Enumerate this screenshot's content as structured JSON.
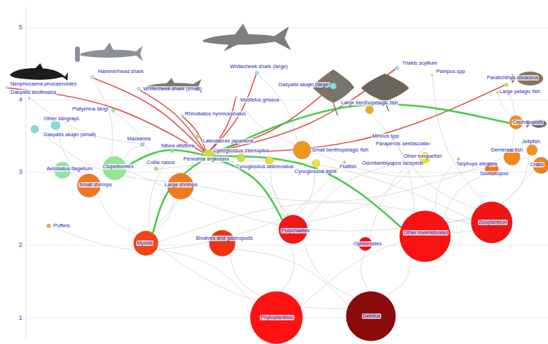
{
  "diagram": {
    "nodes": [
      {
        "text": [
          "Whitecheek shark (large)"
        ]
      },
      {
        "text": [
          "Triakis scyllium"
        ]
      },
      {
        "text": [
          "Hammerhead shark"
        ]
      },
      {
        "text": [
          "Pampus spp"
        ]
      },
      {
        "text": [
          "Paralichthys olivaceus"
        ]
      },
      {
        "text": [
          "Neophocaena phocaenoides"
        ]
      },
      {
        "text": [
          "Dasyatis akajei (large)"
        ]
      },
      {
        "text": [
          "Whitecheek shark (small)"
        ]
      },
      {
        "text": [
          "Large pelagic fish"
        ]
      },
      {
        "text": [
          "Mustelus griseus"
        ]
      },
      {
        "text": [
          "Dasyatis acutirostra"
        ]
      },
      {
        "text": [
          "Large benthopelagic fish"
        ]
      },
      {
        "text": [
          "Platyrhina tangi"
        ]
      },
      {
        "text": [
          "Rhinobatos hynnicephalus"
        ]
      },
      {
        "text": [
          "Other stingrays"
        ]
      },
      {
        "text": [
          "Cephalopods"
        ]
      },
      {
        "text": [
          "Dasyatis akajei (small)"
        ]
      },
      {
        "text": [
          "Minous spp"
        ]
      },
      {
        "text": [
          "Mackerels"
        ]
      },
      {
        "text": [
          "Lateolabrax japonicus"
        ]
      },
      {
        "text": [
          "Nibea albiflora"
        ]
      },
      {
        "text": [
          "Jellyfish"
        ]
      },
      {
        "text": [
          "Small benthopelagic fish"
        ]
      },
      {
        "text": [
          "Parapercis sexfasciata"
        ]
      },
      {
        "text": [
          "Demersal fish"
        ]
      },
      {
        "text": [
          "Pennahia argentata"
        ]
      },
      {
        "text": [
          "Cynoglossus interruptus"
        ]
      },
      {
        "text": [
          "Other tonguefish"
        ]
      },
      {
        "text": [
          "Cynoglossus abbreviatus"
        ]
      },
      {
        "text": [
          "Odontamblyopus lacepedii"
        ]
      },
      {
        "text": [
          "Tarphops elegans"
        ]
      },
      {
        "text": [
          "Cynoglossus lighti"
        ]
      },
      {
        "text": [
          "Flatfish"
        ]
      },
      {
        "text": [
          "Coilia nasus"
        ]
      },
      {
        "text": [
          "Clupeiformes"
        ]
      },
      {
        "text": [
          "Aetobatus flagellum"
        ]
      },
      {
        "text": [
          "Crabs"
        ]
      },
      {
        "text": [
          "Stomatopod"
        ]
      },
      {
        "text": [
          "Small shrimps"
        ]
      },
      {
        "text": [
          "Large shrimps"
        ]
      },
      {
        "text": [
          "Zooplankton"
        ]
      },
      {
        "text": [
          "Puffers"
        ]
      },
      {
        "text": [
          "Polychaetes"
        ]
      },
      {
        "text": [
          "Other invertebrates"
        ]
      },
      {
        "text": [
          "Bivalves and gastropods"
        ]
      },
      {
        "text": [
          "Ophiuroides"
        ]
      },
      {
        "text": [
          "Mysids"
        ]
      },
      {
        "text": [
          "Phytoplankton"
        ]
      },
      {
        "text": [
          "Detritus"
        ]
      }
    ],
    "edges": [
      {
        "from": 25,
        "to": 5,
        "arrow": "none"
      },
      {
        "from": 25,
        "to": 2,
        "arrow": "none"
      },
      {
        "from": 25,
        "to": 7,
        "arrow": "none"
      },
      {
        "from": 25,
        "to": 0,
        "arrow": "none"
      },
      {
        "from": 25,
        "to": 9,
        "arrow": "none"
      },
      {
        "from": 25,
        "to": 13,
        "arrow": "none"
      },
      {
        "from": 25,
        "to": 6,
        "arrow": "none"
      },
      {
        "from": 25,
        "to": 1,
        "arrow": "none"
      },
      {
        "from": 25,
        "to": 4,
        "arrow": "none"
      },
      {
        "from": 25,
        "to": 34,
        "arrow": "none"
      },
      {
        "from": 25,
        "to": 46,
        "arrow": "none"
      },
      {
        "from": 25,
        "to": 42,
        "arrow": "none"
      },
      {
        "from": 25,
        "to": 43,
        "arrow": "none"
      },
      {
        "from": 25,
        "to": 15,
        "arrow": "none"
      },
      {
        "from": 47,
        "to": 40,
        "arrow": "none"
      },
      {
        "from": 47,
        "to": 42,
        "arrow": "none"
      },
      {
        "from": 47,
        "to": 44,
        "arrow": "none"
      },
      {
        "from": 47,
        "to": 46,
        "arrow": "none"
      },
      {
        "from": 48,
        "to": 42,
        "arrow": "none"
      },
      {
        "from": 48,
        "to": 44,
        "arrow": "none"
      },
      {
        "from": 48,
        "to": 45,
        "arrow": "none"
      },
      {
        "from": 48,
        "to": 43,
        "arrow": "none"
      },
      {
        "from": 48,
        "to": 46,
        "arrow": "none"
      },
      {
        "from": 40,
        "to": 46,
        "arrow": "none"
      },
      {
        "from": 40,
        "to": 34,
        "arrow": "none"
      },
      {
        "from": 40,
        "to": 21,
        "arrow": "none"
      },
      {
        "from": 40,
        "to": 3,
        "arrow": "none"
      },
      {
        "from": 40,
        "to": 33,
        "arrow": "none"
      },
      {
        "from": 40,
        "to": 17,
        "arrow": "none"
      },
      {
        "from": 46,
        "to": 39,
        "arrow": "none"
      },
      {
        "from": 46,
        "to": 38,
        "arrow": "none"
      },
      {
        "from": 46,
        "to": 19,
        "arrow": "none"
      },
      {
        "from": 46,
        "to": 20,
        "arrow": "none"
      },
      {
        "from": 43,
        "to": 36,
        "arrow": "none"
      },
      {
        "from": 43,
        "to": 37,
        "arrow": "none"
      },
      {
        "from": 43,
        "to": 11,
        "arrow": "none"
      },
      {
        "from": 43,
        "to": 30,
        "arrow": "none"
      },
      {
        "from": 42,
        "to": 31,
        "arrow": "none"
      },
      {
        "from": 42,
        "to": 28,
        "arrow": "none"
      },
      {
        "from": 42,
        "to": 27,
        "arrow": "none"
      },
      {
        "from": 42,
        "to": 29,
        "arrow": "none"
      },
      {
        "from": 42,
        "to": 26,
        "arrow": "none"
      },
      {
        "from": 44,
        "to": 41,
        "arrow": "none"
      },
      {
        "from": 44,
        "to": 32,
        "arrow": "none"
      },
      {
        "from": 45,
        "to": 23,
        "arrow": "none"
      },
      {
        "from": 38,
        "to": 35,
        "arrow": "none"
      },
      {
        "from": 38,
        "to": 14,
        "arrow": "none"
      },
      {
        "from": 39,
        "to": 24,
        "arrow": "none"
      },
      {
        "from": 39,
        "to": 16,
        "arrow": "none"
      },
      {
        "from": 34,
        "to": 2,
        "arrow": "none"
      },
      {
        "from": 34,
        "to": 18,
        "arrow": "none"
      },
      {
        "from": 22,
        "to": 0,
        "arrow": "none"
      },
      {
        "from": 22,
        "to": 9,
        "arrow": "none"
      },
      {
        "from": 11,
        "to": 6,
        "arrow": "none"
      },
      {
        "from": 11,
        "to": 1,
        "arrow": "none"
      },
      {
        "from": 24,
        "to": 4,
        "arrow": "none"
      },
      {
        "from": 15,
        "to": 8,
        "arrow": "none"
      },
      {
        "from": 33,
        "to": 12,
        "arrow": "none"
      },
      {
        "from": 18,
        "to": 10,
        "arrow": "none"
      },
      {
        "from": 36,
        "to": 24,
        "arrow": "none"
      },
      {
        "from": 37,
        "to": 22,
        "arrow": "none"
      }
    ],
    "labels": [
      "5",
      "4",
      "3",
      "2",
      "1"
    ]
  }
}
